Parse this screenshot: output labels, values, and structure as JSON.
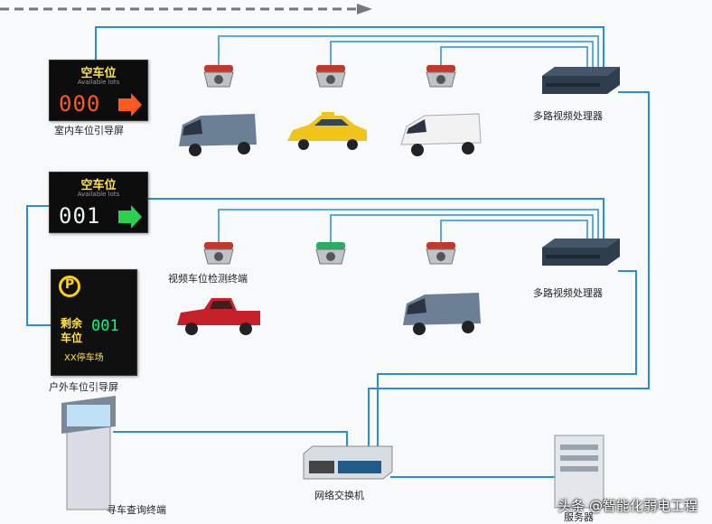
{
  "indoor_sign": {
    "title": "空车位",
    "subtitle": "Available lots",
    "count": "000",
    "label": "室内车位引导屏",
    "count_color": "#ff5a1e",
    "arrow_color": "#ff5a1e"
  },
  "second_sign": {
    "title": "空车位",
    "subtitle": "Available lots",
    "count": "001",
    "count_color": "#e9f5ee",
    "arrow_color": "#2bd04f"
  },
  "outdoor_sign": {
    "p_symbol": "P",
    "line1": "剩余",
    "line2": "车位",
    "count": "001",
    "name": "XX停车场",
    "label": "户外车位引导屏"
  },
  "labels": {
    "processor_top": "多路视频处理器",
    "processor_bottom": "多路视频处理器",
    "camera_detector": "视频车位检测终端",
    "switch": "网络交换机",
    "kiosk": "寻车查询终端",
    "server": "服务器"
  },
  "watermark": "头条 @智能化弱电工程",
  "colors": {
    "line": "#2a8fd0",
    "sign_title_yellow": "#ffe24a",
    "count_green": "#00ff7a"
  }
}
